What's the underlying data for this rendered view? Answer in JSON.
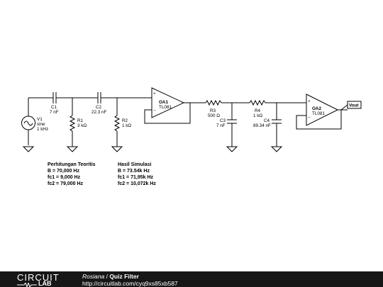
{
  "components": {
    "v1": {
      "name": "V1",
      "type": "sine",
      "freq": "1 kHz"
    },
    "c1": {
      "name": "C1",
      "value": "7 nF"
    },
    "c2": {
      "name": "C2",
      "value": "22.3 nF"
    },
    "r1": {
      "name": "R1",
      "value": "3 kΩ"
    },
    "r2": {
      "name": "R2",
      "value": "1 kΩ"
    },
    "oa1": {
      "name": "OA1",
      "model": "TL081"
    },
    "r3": {
      "name": "R3",
      "value": "500 Ω"
    },
    "c3": {
      "name": "C3",
      "value": "7 nF"
    },
    "r4": {
      "name": "R4",
      "value": "1 kΩ"
    },
    "c4": {
      "name": "C4",
      "value": "89.34 nF"
    },
    "oa2": {
      "name": "OA2",
      "model": "TL081"
    },
    "vout": {
      "label": "Vout"
    }
  },
  "annotations": {
    "theory": {
      "title": "Perhitungan Teoritis",
      "lines": [
        "B = 70,000 Hz",
        "fc1 = 9,000 Hz",
        "fc2 = 79,000 Hz"
      ]
    },
    "sim": {
      "title": "Hasil Simulasi",
      "lines": [
        "B = 73.54k Hz",
        "fc1 = 71,95k  Hz",
        "fc2 = 10,072k Hz"
      ]
    }
  },
  "footer": {
    "logo_top": "CIRCUIT",
    "logo_bottom": "LAB",
    "author": "Rosiana",
    "separator": "/",
    "title": "Quiz Filter",
    "url": "http://circuitlab.com/cyq9xs85xb587"
  },
  "colors": {
    "footer_bg": "#161616",
    "line": "#000000"
  }
}
